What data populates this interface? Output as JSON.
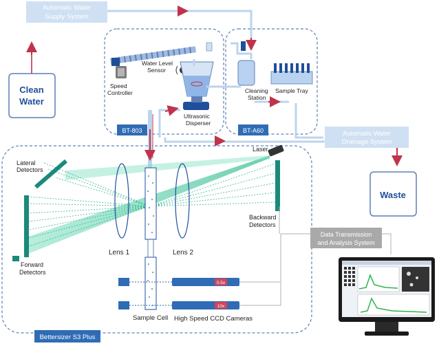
{
  "boxes": {
    "auto_supply": "Automatic Water",
    "auto_supply_2": "Supply System",
    "clean_water_1": "Clean",
    "clean_water_2": "Water",
    "auto_drain_1": "Automatic Water",
    "auto_drain_2": "Drainage System",
    "waste": "Waste",
    "data_trans_1": "Data Transmission",
    "data_trans_2": "and Analysis System"
  },
  "labels": {
    "water_level_1": "Water Level",
    "water_level_2": "Sensor",
    "speed_1": "Speed",
    "speed_2": "Controller",
    "ultra_1": "Ultrasonic",
    "ultra_2": "Disperser",
    "cleaning_1": "Cleaning",
    "cleaning_2": "Station",
    "sample_tray": "Sample Tray",
    "laser": "Laser",
    "lateral_1": "Lateral",
    "lateral_2": "Detectors",
    "backward_1": "Backward",
    "backward_2": "Detectors",
    "forward_1": "Forward",
    "forward_2": "Detectors",
    "lens1": "Lens 1",
    "lens2": "Lens 2",
    "ccd": "High Speed CCD Cameras",
    "sample_cell": "Sample Cell",
    "cam1_mag": "0.5x",
    "cam2_mag": "10x"
  },
  "tags": {
    "bt803": "BT-803",
    "bta60": "BT-A60",
    "main": "Bettersizer S3 Plus"
  },
  "colors": {
    "light_box": "#cfe0f3",
    "light_box_text": "#ffffff",
    "box_blue": "#1f4e9c",
    "tag_blue": "#2f6cb5",
    "arrow_red": "#c0334b",
    "pipe": "#bcd4ee",
    "laser_green": "#4fc9a6",
    "detector_teal": "#1a8a7a",
    "grey_box": "#a9a9a9"
  }
}
